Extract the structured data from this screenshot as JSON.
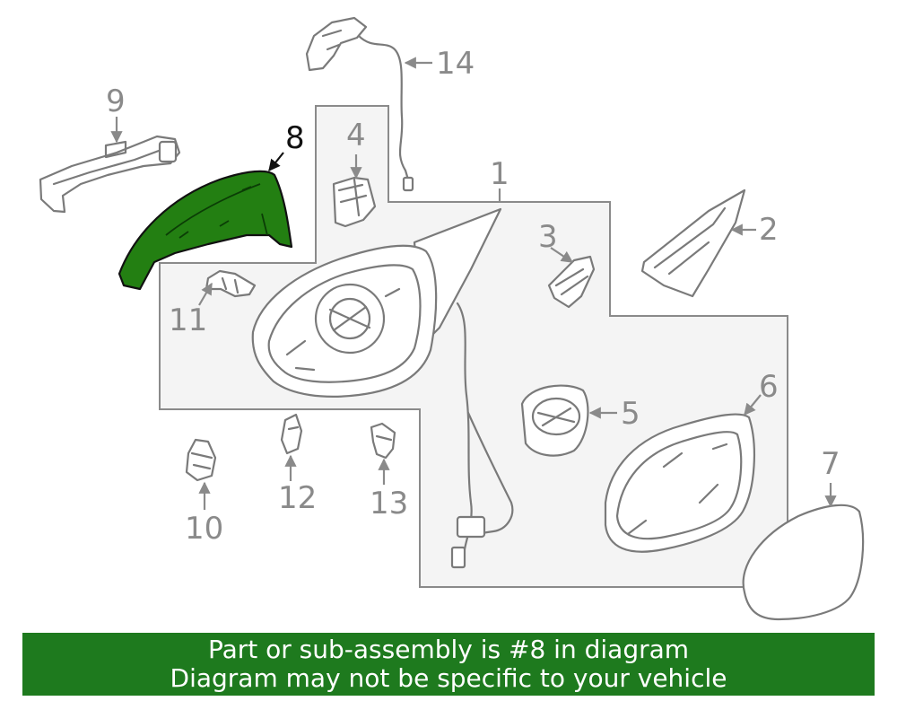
{
  "diagram": {
    "highlight_color": "#237f12",
    "callouts": {
      "c1": "1",
      "c2": "2",
      "c3": "3",
      "c4": "4",
      "c5": "5",
      "c6": "6",
      "c7": "7",
      "c8": "8",
      "c9": "9",
      "c10": "10",
      "c11": "11",
      "c12": "12",
      "c13": "13",
      "c14": "14"
    },
    "highlighted_part": "8"
  },
  "banner": {
    "line1": "Part or sub-assembly is #8 in diagram",
    "line2": "Diagram may not be specific to your vehicle",
    "color": "#1e7a1e"
  }
}
